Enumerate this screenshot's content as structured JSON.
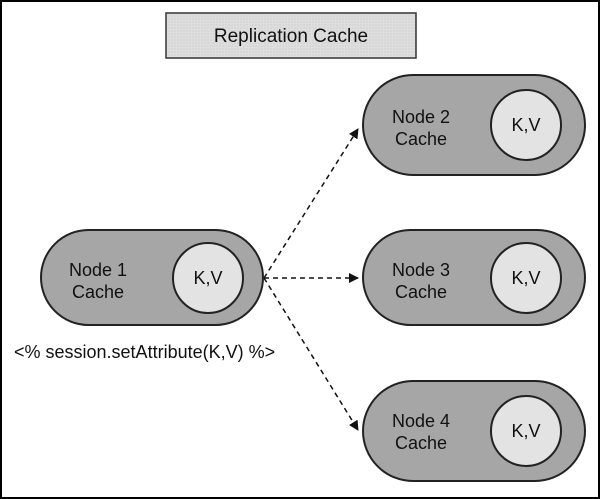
{
  "title": "Replication Cache",
  "source_node": {
    "line1": "Node 1",
    "line2": "Cache",
    "entry": "K,V"
  },
  "code_snippet": "<% session.setAttribute(K,V) %>",
  "replica_nodes": [
    {
      "line1": "Node 2",
      "line2": "Cache",
      "entry": "K,V"
    },
    {
      "line1": "Node 3",
      "line2": "Cache",
      "entry": "K,V"
    },
    {
      "line1": "Node 4",
      "line2": "Cache",
      "entry": "K,V"
    }
  ],
  "colors": {
    "title_box_fill": "#dcdcdc",
    "node_fill": "#a6a6a6",
    "entry_circle_fill": "#e3e3e3",
    "stroke": "#222222",
    "text": "#111111"
  }
}
